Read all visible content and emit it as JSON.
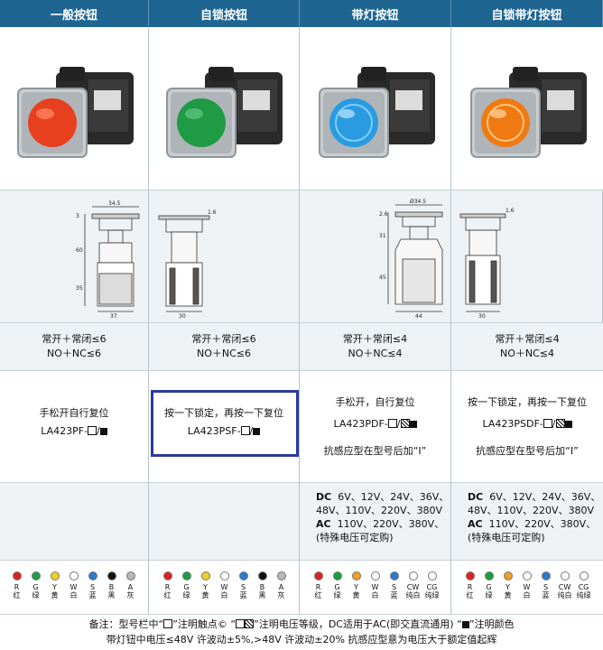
{
  "headers": [
    "一般按钮",
    "自锁按钮",
    "带灯按钮",
    "自锁带灯按钮"
  ],
  "contacts": [
    {
      "line1": "常开＋常闭≤6",
      "line2": "NO＋NC≤6"
    },
    {
      "line1": "常开＋常闭≤6",
      "line2": "NO＋NC≤6"
    },
    {
      "line1": "常开＋常闭≤4",
      "line2": "NO＋NC≤4"
    },
    {
      "line1": "常开＋常闭≤4",
      "line2": "NO＋NC≤4"
    }
  ],
  "functions": [
    {
      "desc": "手松开自行复位",
      "model": "LA423PF-",
      "extra": ""
    },
    {
      "desc": "按一下锁定，再按一下复位",
      "model": "LA423PSF-",
      "extra": ""
    },
    {
      "desc": "手松开，自行复位",
      "model": "LA423PDF-",
      "extra": "抗感应型在型号后加“I”"
    },
    {
      "desc": "按一下锁定，再按一下复位",
      "model": "LA423PSDF-",
      "extra": "抗感应型在型号后加“I”"
    }
  ],
  "voltage": {
    "dc_label": "DC",
    "dc_line1": "6V、12V、24V、36V、",
    "dc_line2": "48V、110V、220V、380V",
    "ac_label": "AC",
    "ac_line1": "110V、220V、380V、",
    "ac_line2": "(特殊电压可定购)"
  },
  "drawings": {
    "left_dims": {
      "top_width": "34.5",
      "h1": "3",
      "h2": "1.6",
      "body": "60",
      "base": "35",
      "w_left": "37",
      "w_right": "30"
    },
    "right_dims": {
      "top_width": "Ø34.5",
      "h1": "2.6",
      "h2": "1.6",
      "body": "31",
      "base": "45",
      "w_left": "44",
      "w_right": "30"
    }
  },
  "color_sets": {
    "basic": [
      {
        "code": "R",
        "name": "红",
        "color": "#e02020"
      },
      {
        "code": "G",
        "name": "绿",
        "color": "#18a040"
      },
      {
        "code": "Y",
        "name": "黄",
        "color": "#f0d020"
      },
      {
        "code": "W",
        "name": "白",
        "color": "#ffffff"
      },
      {
        "code": "S",
        "name": "蓝",
        "color": "#2a7ad0"
      },
      {
        "code": "B",
        "name": "黑",
        "color": "#111111"
      },
      {
        "code": "A",
        "name": "灰",
        "color": "#b8b8b8"
      }
    ],
    "lamp": [
      {
        "code": "R",
        "name": "红",
        "color": "#e02020"
      },
      {
        "code": "G",
        "name": "绿",
        "color": "#18a040"
      },
      {
        "code": "Y",
        "name": "黄",
        "color": "#f0a020"
      },
      {
        "code": "W",
        "name": "白",
        "color": "#ffffff"
      },
      {
        "code": "S",
        "name": "蓝",
        "color": "#2a7ad0"
      },
      {
        "code": "CW",
        "name": "纯白",
        "color": "#ffffff"
      },
      {
        "code": "CG",
        "name": "纯绿",
        "color": "#ffffff"
      }
    ]
  },
  "note": {
    "line1_a": "备注：型号栏中“",
    "line1_b": "”注明触点©  “",
    "line1_c": "”注明电压等级，DC适用于AC(即交直流通用)  “",
    "line1_d": "”注明颜色",
    "line2": "带灯钮中电压≤48V 许波动±5%,>48V 许波动±20%      抗感应型意为电压大于额定值起辉"
  },
  "photo_colors": [
    "#e8401e",
    "#1f9a45",
    "#2a9be0",
    "#ef7a12"
  ],
  "header_color": "#1f6592"
}
